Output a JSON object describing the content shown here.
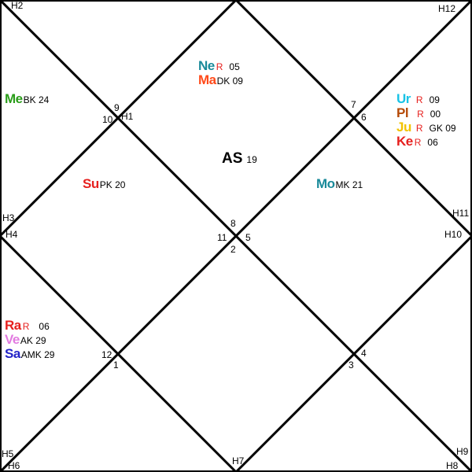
{
  "colors": {
    "line": "#000000",
    "background": "#ffffff",
    "green": "#2a9d1a",
    "teal": "#1a8a9a",
    "orange_red": "#ff4a1a",
    "red": "#e6201e",
    "cyan": "#19c3e6",
    "brown": "#b54a08",
    "gold": "#f2c200",
    "pink": "#e27be0",
    "blue": "#2424c8"
  },
  "house_labels": {
    "H1": "H1",
    "H2": "H2",
    "H3": "H3",
    "H4": "H4",
    "H5": "H5",
    "H6": "H6",
    "H7": "H7",
    "H8": "H8",
    "H9": "H9",
    "H10": "H10",
    "H11": "H11",
    "H12": "H12"
  },
  "sign_numbers": {
    "s1": "1",
    "s2": "2",
    "s3": "3",
    "s4": "4",
    "s5": "5",
    "s6": "6",
    "s7": "7",
    "s8": "8",
    "s9": "9",
    "s10": "10",
    "s11": "11",
    "s12": "12"
  },
  "ascendant": {
    "abbr": "AS",
    "degree": "19"
  },
  "planets": {
    "ne": {
      "abbr": "Ne",
      "retro": "R",
      "degree": "05",
      "color": "#1a8a9a",
      "retro_color": "#e6201e"
    },
    "ma": {
      "abbr": "Ma",
      "retro": "",
      "degree": "DK 09",
      "color": "#ff4a1a",
      "retro_color": "#e6201e"
    },
    "me": {
      "abbr": "Me",
      "retro": "",
      "degree": "BK 24",
      "color": "#2a9d1a",
      "retro_color": "#e6201e"
    },
    "ur": {
      "abbr": "Ur",
      "retro": "R",
      "degree": "09",
      "color": "#19c3e6",
      "retro_color": "#e6201e"
    },
    "pl": {
      "abbr": "Pl",
      "retro": "R",
      "degree": "00",
      "color": "#b54a08",
      "retro_color": "#e6201e"
    },
    "ju": {
      "abbr": "Ju",
      "retro": "R",
      "degree": "GK 09",
      "color": "#f2c200",
      "retro_color": "#e6201e"
    },
    "ke": {
      "abbr": "Ke",
      "retro": "R",
      "degree": "06",
      "color": "#e6201e",
      "retro_color": "#e6201e"
    },
    "su": {
      "abbr": "Su",
      "retro": "",
      "degree": "PK 20",
      "color": "#e6201e",
      "retro_color": "#e6201e"
    },
    "mo": {
      "abbr": "Mo",
      "retro": "",
      "degree": "MK 21",
      "color": "#1a8a9a",
      "retro_color": "#e6201e"
    },
    "ra": {
      "abbr": "Ra",
      "retro": "R",
      "degree": "06",
      "color": "#e6201e",
      "retro_color": "#e6201e"
    },
    "ve": {
      "abbr": "Ve",
      "retro": "",
      "degree": "AK 29",
      "color": "#e27be0",
      "retro_color": "#e6201e"
    },
    "sa": {
      "abbr": "Sa",
      "retro": "",
      "degree": "AMK 29",
      "color": "#2424c8",
      "retro_color": "#e6201e"
    }
  }
}
